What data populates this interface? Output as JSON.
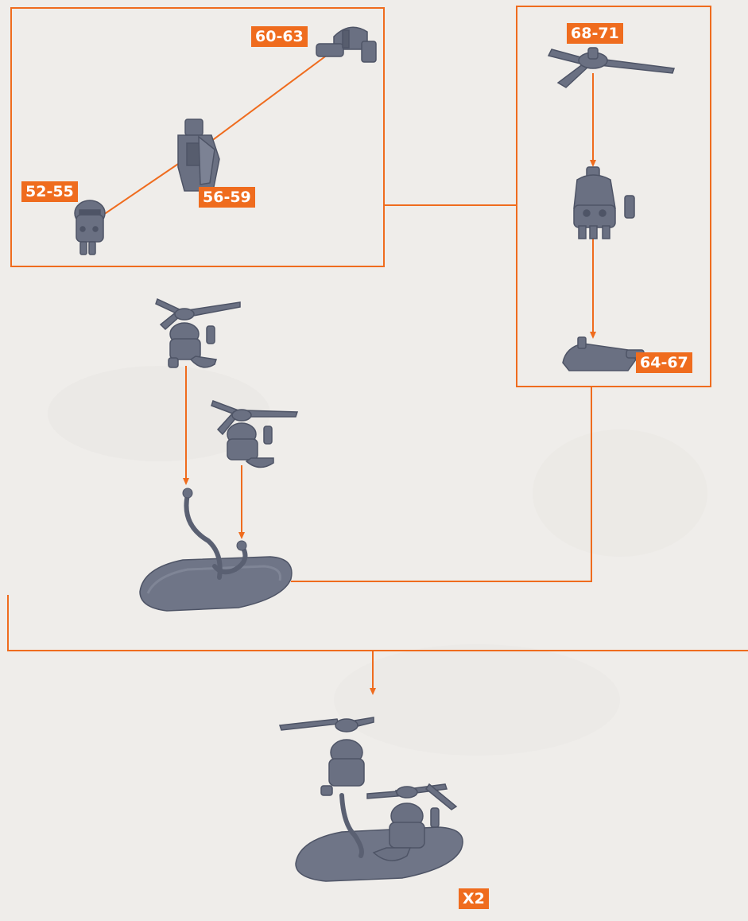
{
  "labels": {
    "part_60_63": "60-63",
    "part_68_71": "68-71",
    "part_52_55": "52-55",
    "part_56_59": "56-59",
    "part_64_67": "64-67",
    "quantity": "X2"
  },
  "colors": {
    "accent": "#ef6c1e",
    "model": "#6a7082",
    "model_dark": "#4e5466",
    "background": "#efedea"
  }
}
